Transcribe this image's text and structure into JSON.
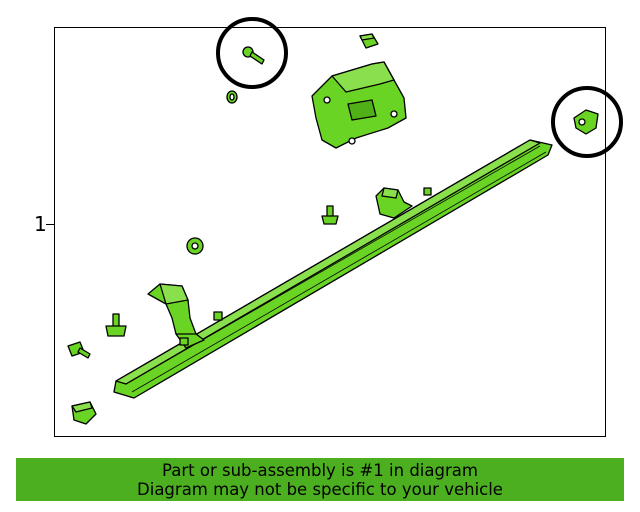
{
  "diagram": {
    "callout_number": "1",
    "part_color": "#6ad424",
    "outline_color": "#000000",
    "highlight_circles": 2
  },
  "banner": {
    "line1": "Part or sub-assembly is #1 in diagram",
    "line2": "Diagram may not be specific to your vehicle",
    "background": "#4caf20"
  }
}
